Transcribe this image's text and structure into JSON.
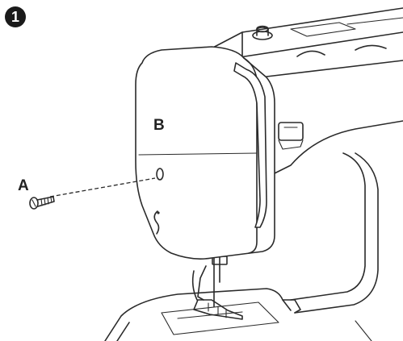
{
  "step_marker": {
    "number": "1",
    "badge_color": "#1a1a1a"
  },
  "callouts": {
    "screw_label": "A",
    "cover_label": "B"
  },
  "colors": {
    "line": "#2a2a2a",
    "background": "#ffffff"
  }
}
